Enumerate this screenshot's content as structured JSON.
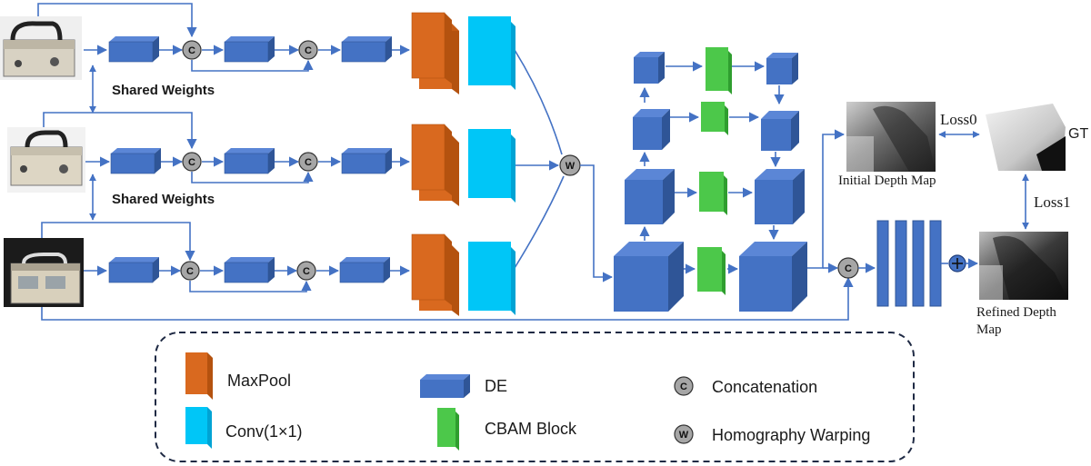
{
  "labels": {
    "shared_weights_1": "Shared Weights",
    "shared_weights_2": "Shared Weights",
    "initial_depth_map": "Initial Depth Map",
    "refined_depth_map_line1": "Refined Depth",
    "refined_depth_map_line2": "Map",
    "loss0": "Loss0",
    "loss1": "Loss1",
    "gt": "GT"
  },
  "symbols": {
    "concat": "C",
    "warp": "W"
  },
  "legend": {
    "maxpool": "MaxPool",
    "conv": "Conv(1×1)",
    "de": "DE",
    "cbam": "CBAM Block",
    "concatenation": "Concatenation",
    "homography": "Homography Warping"
  },
  "colors": {
    "de_front": "#4472c4",
    "de_top": "#5b86d6",
    "de_side": "#2f5597",
    "maxpool_front": "#d9691f",
    "maxpool_side": "#b4520f",
    "conv_front": "#00c6f7",
    "conv_side": "#00a3d4",
    "cbam_front": "#4cc84a",
    "cbam_side": "#2f9e2f",
    "line": "#4472c4",
    "circle_fill": "#a6a6a6"
  }
}
